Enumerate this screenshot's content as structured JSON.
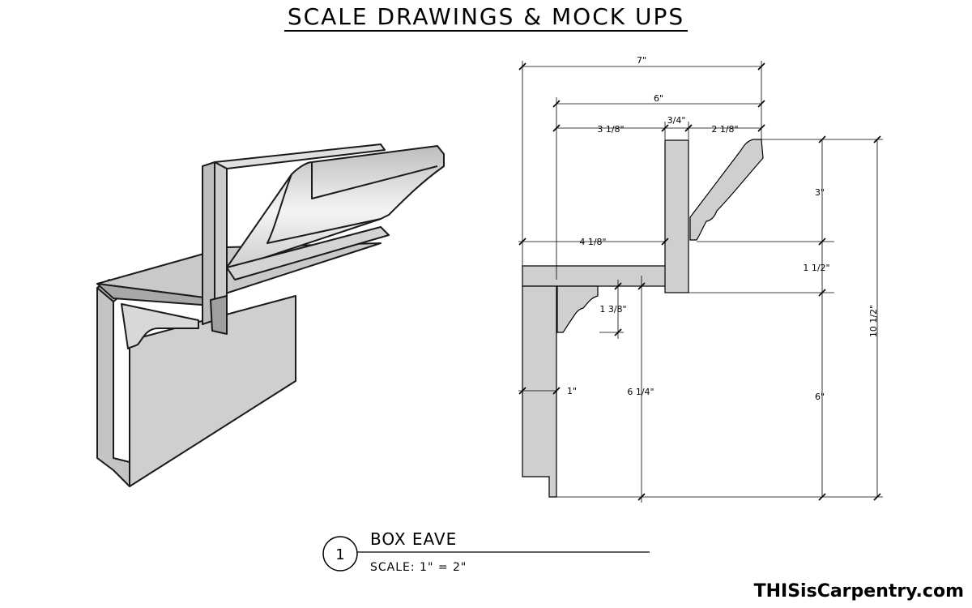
{
  "header": {
    "title": "SCALE DRAWINGS & MOCK UPS"
  },
  "dimensions": {
    "overall_width": "7\"",
    "inner_width": "6\"",
    "left_offset": "3 1/8\"",
    "fascia_thickness": "3/4\"",
    "crown_projection": "2 1/8\"",
    "soffit_depth": "4 1/8\"",
    "crown_height": "3\"",
    "soffit_thickness": "1 1/2\"",
    "bracket_height": "1 3/8\"",
    "board_thickness": "1\"",
    "drop_height": "6 1/4\"",
    "lower_height": "6\"",
    "total_height": "10 1/2\""
  },
  "detail_label": {
    "number": "1",
    "title": "BOX EAVE",
    "scale": "SCALE: 1\" = 2\""
  },
  "brand": {
    "text": "THISisCarpentry.com"
  }
}
